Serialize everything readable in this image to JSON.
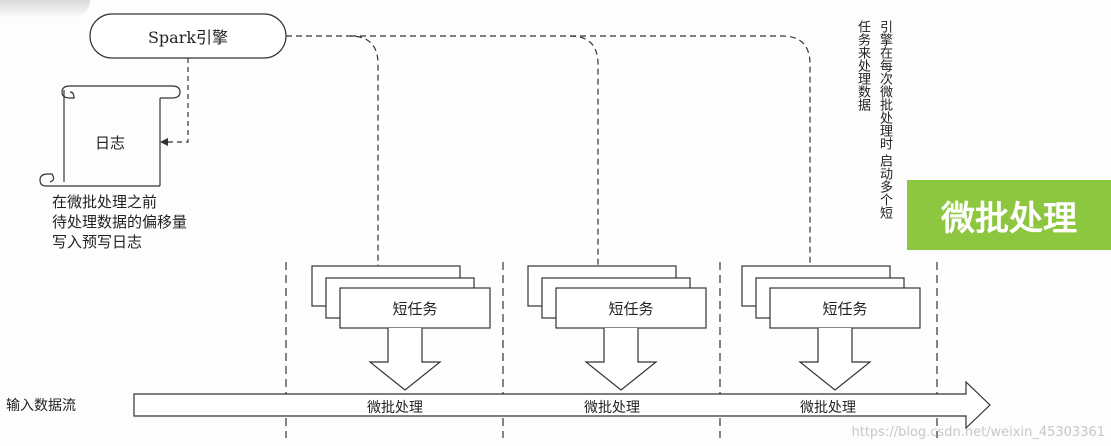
{
  "engine": {
    "label": "Spark引擎"
  },
  "log": {
    "label": "日志"
  },
  "log_note": {
    "text": "在微批处理之前\n待处理数据的偏移量\n写入预写日志"
  },
  "side_note": {
    "text": "引擎在每次微批处理时\n启动多个短任务来处理数据"
  },
  "badge": {
    "text": "微批处理"
  },
  "stream": {
    "label": "输入数据流"
  },
  "tasks": [
    {
      "label": "短任务"
    },
    {
      "label": "短任务"
    },
    {
      "label": "短任务"
    }
  ],
  "batches": [
    {
      "label": "微批处理"
    },
    {
      "label": "微批处理"
    },
    {
      "label": "微批处理"
    }
  ],
  "watermark": {
    "text": "https://blog.csdn.net/weixin_45303361"
  },
  "colors": {
    "badge_green": "#8dc63f",
    "line": "#333333"
  }
}
